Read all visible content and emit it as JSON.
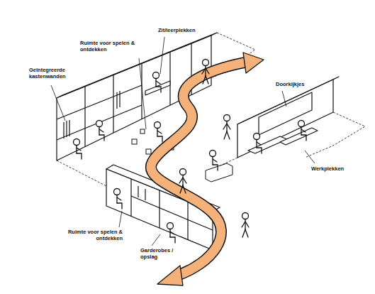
{
  "diagram": {
    "labels": [
      "Geïntegreerde kastenwanden",
      "Ruimte voor spelen & ontdekken",
      "Zit/leerplekken",
      "Doorkijkjes",
      "Werkplekken",
      "Ruimte voor spelen & ontdekken",
      "Garderobes / opslag"
    ]
  }
}
